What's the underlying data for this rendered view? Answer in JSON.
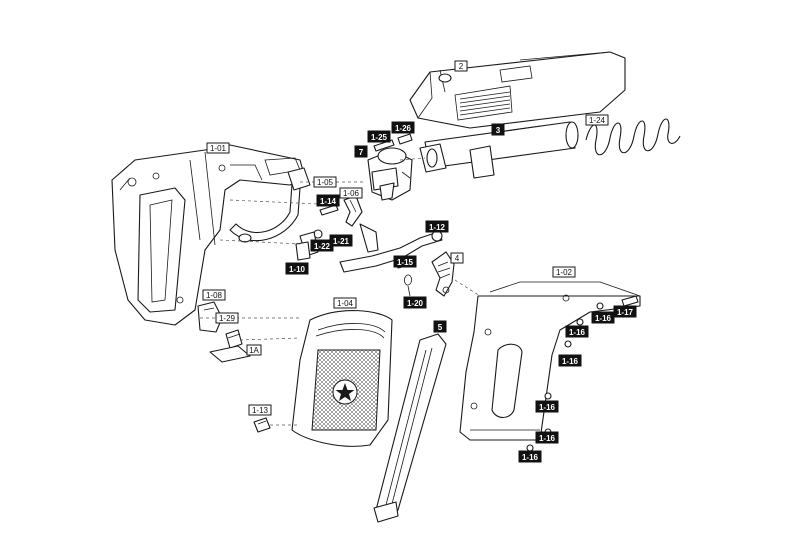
{
  "labels": {
    "l_2": "2",
    "l_3": "3",
    "l_1_24": "1-24",
    "l_1_25": "1-25",
    "l_1_26": "1-26",
    "l_7": "7",
    "l_1_01": "1-01",
    "l_1_05": "1-05",
    "l_1_06": "1-06",
    "l_1_14": "1-14",
    "l_1_22": "1-22",
    "l_1_21": "1-21",
    "l_1_12": "1-12",
    "l_1_10": "1-10",
    "l_1_15": "1-15",
    "l_4": "4",
    "l_1_20": "1-20",
    "l_1_02": "1-02",
    "l_1_16a": "1-16",
    "l_1_16b": "1-16",
    "l_1_17": "1-17",
    "l_1_16c": "1-16",
    "l_1_16d": "1-16",
    "l_1_16e": "1-16",
    "l_1_16f": "1-16",
    "l_1_08": "1-08",
    "l_1_29": "1-29",
    "l_1A": "1A",
    "l_1_04": "1-04",
    "l_5": "5",
    "l_1_13": "1-13"
  },
  "colors": {
    "line": "#1a1a1a",
    "label_fill_dark": "#111111",
    "background": "#ffffff"
  }
}
